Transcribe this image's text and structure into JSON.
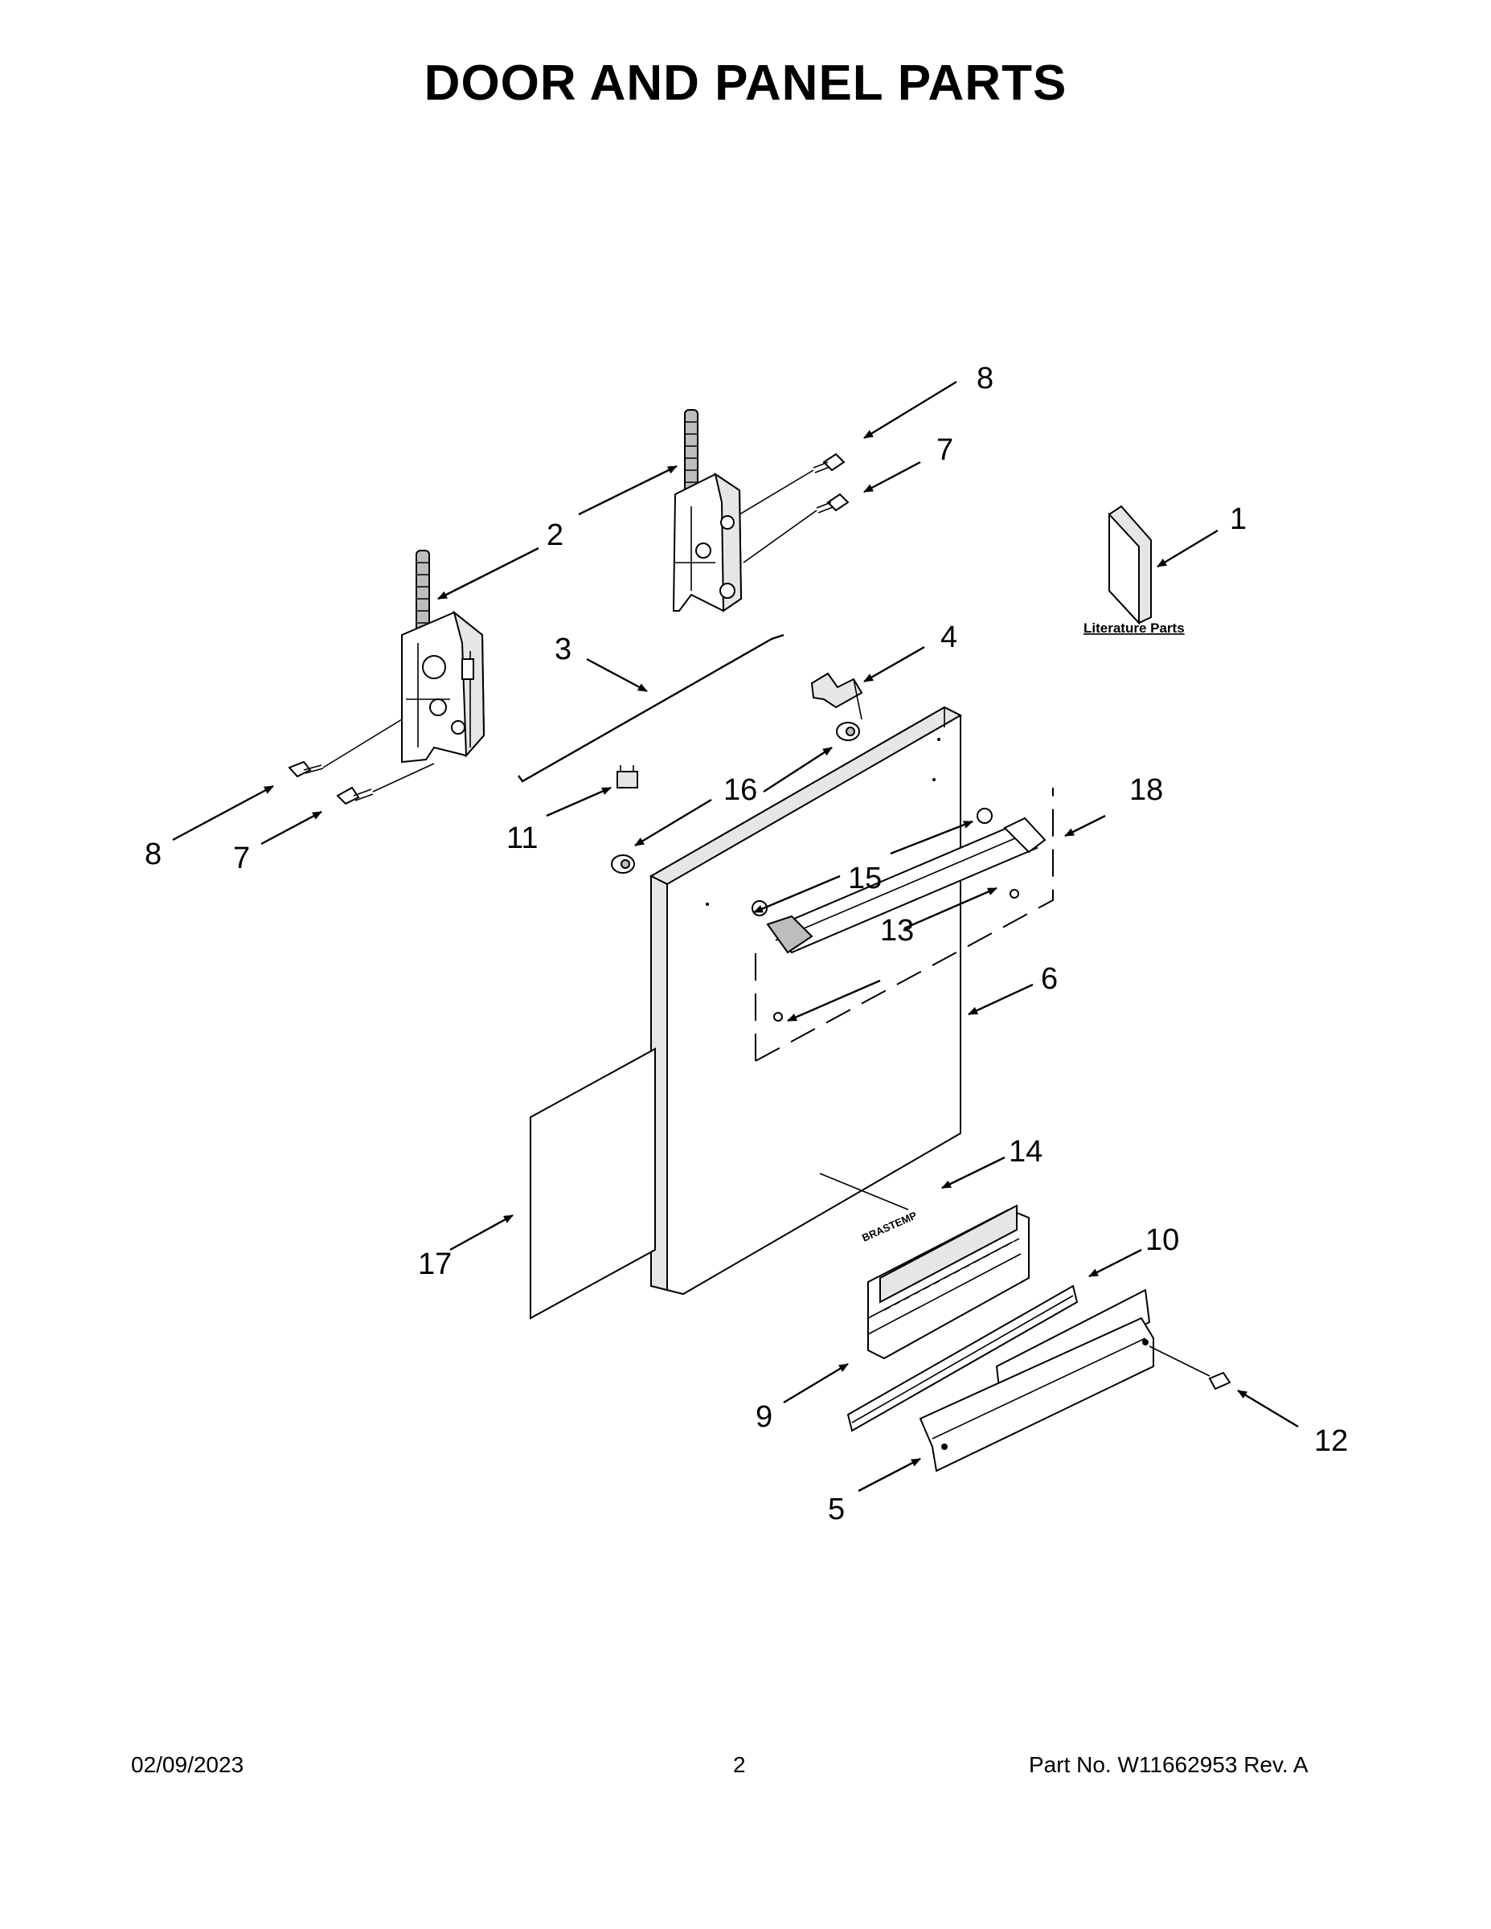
{
  "title": "DOOR AND PANEL PARTS",
  "literature_label": "Literature Parts",
  "brand_text": "BRASTEMP",
  "callouts": {
    "c1": "1",
    "c2": "2",
    "c3": "3",
    "c4": "4",
    "c5": "5",
    "c6": "6",
    "c7a": "7",
    "c7b": "7",
    "c8a": "8",
    "c8b": "8",
    "c9": "9",
    "c10": "10",
    "c11": "11",
    "c12": "12",
    "c13": "13",
    "c14": "14",
    "c15": "15",
    "c16": "16",
    "c17": "17",
    "c18": "18"
  },
  "footer": {
    "date": "02/09/2023",
    "page": "2",
    "part_number": "Part No.  W11662953  Rev.  A"
  }
}
